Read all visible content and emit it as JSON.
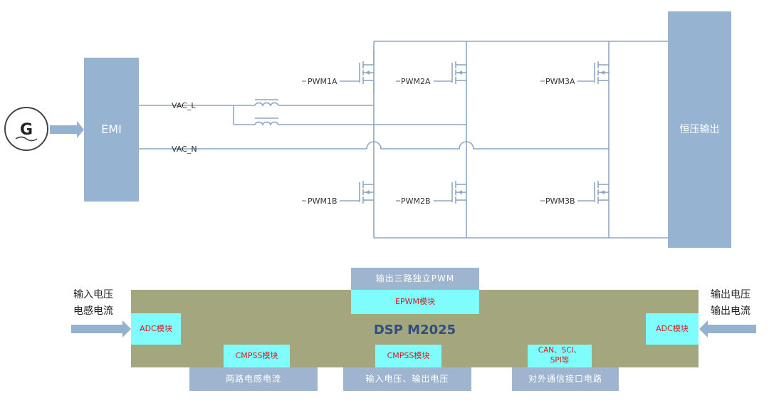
{
  "source": {
    "label": "G"
  },
  "emi": {
    "label": "EMI"
  },
  "output": {
    "label": "恒压输出"
  },
  "nets": {
    "vac_l": "VAC_L",
    "vac_n": "VAC_N"
  },
  "pwm_labels": {
    "pwm1a": "PWM1A",
    "pwm2a": "PWM2A",
    "pwm3a": "PWM3A",
    "pwm1b": "PWM1B",
    "pwm2b": "PWM2B",
    "pwm3b": "PWM3B"
  },
  "dsp": {
    "title": "DSP M2025",
    "adc_left": "ADC模块",
    "adc_right": "ADC模块",
    "epwm": "EPWM模块",
    "cmpss_1": "CMPSS模块",
    "cmpss_2": "CMPSS模块",
    "comm": "CAN、SCI、SPI等"
  },
  "labels": {
    "top": "输出三路独立PWM",
    "bottom_1": "两路电感电流",
    "bottom_2": "输入电压、输出电压",
    "bottom_3": "对外通信接口电路"
  },
  "left_inputs": [
    "输入电压",
    "电感电流"
  ],
  "right_inputs": [
    "输出电压",
    "输出电流"
  ],
  "colors": {
    "block_blue": "#96b4d1",
    "dsp_body": "#a4a77d",
    "module_cyan": "#7ffcfc",
    "module_text": "#d32020",
    "wire": "#8ea6c2"
  }
}
